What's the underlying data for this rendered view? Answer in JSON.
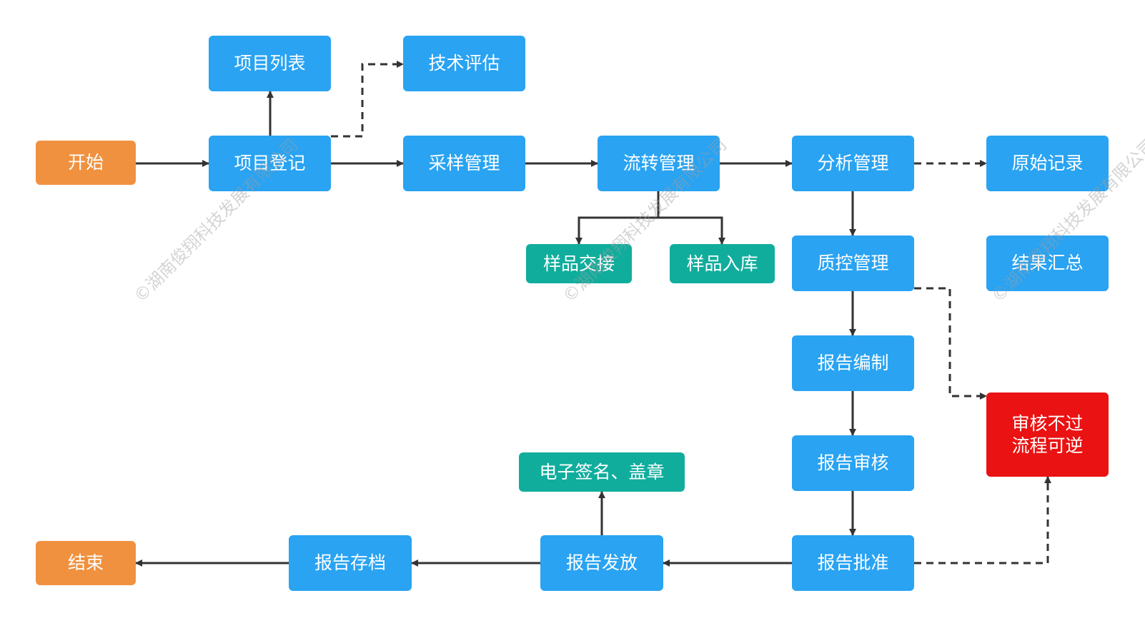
{
  "diagram": {
    "nodes": [
      {
        "id": "start",
        "label": "开始",
        "style": "orange"
      },
      {
        "id": "project_register",
        "label": "项目登记",
        "style": "blue"
      },
      {
        "id": "project_list",
        "label": "项目列表",
        "style": "blue"
      },
      {
        "id": "tech_eval",
        "label": "技术评估",
        "style": "blue"
      },
      {
        "id": "sampling",
        "label": "采样管理",
        "style": "blue"
      },
      {
        "id": "circulation",
        "label": "流转管理",
        "style": "blue"
      },
      {
        "id": "sample_handover",
        "label": "样品交接",
        "style": "teal"
      },
      {
        "id": "sample_storage",
        "label": "样品入库",
        "style": "teal"
      },
      {
        "id": "analysis",
        "label": "分析管理",
        "style": "blue"
      },
      {
        "id": "raw_record",
        "label": "原始记录",
        "style": "blue"
      },
      {
        "id": "result_summary",
        "label": "结果汇总",
        "style": "blue"
      },
      {
        "id": "qc",
        "label": "质控管理",
        "style": "blue"
      },
      {
        "id": "report_compile",
        "label": "报告编制",
        "style": "blue"
      },
      {
        "id": "reject",
        "label": "审核不过\n流程可逆",
        "style": "red"
      },
      {
        "id": "report_review",
        "label": "报告审核",
        "style": "blue"
      },
      {
        "id": "esign",
        "label": "电子签名、盖章",
        "style": "teal"
      },
      {
        "id": "report_approve",
        "label": "报告批准",
        "style": "blue"
      },
      {
        "id": "report_issue",
        "label": "报告发放",
        "style": "blue"
      },
      {
        "id": "report_archive",
        "label": "报告存档",
        "style": "blue"
      },
      {
        "id": "end",
        "label": "结束",
        "style": "orange"
      }
    ],
    "edges": [
      {
        "from": "start",
        "to": "project_register",
        "dashed": false
      },
      {
        "from": "project_register",
        "to": "project_list",
        "dashed": false
      },
      {
        "from": "project_register",
        "to": "tech_eval",
        "dashed": true
      },
      {
        "from": "project_register",
        "to": "sampling",
        "dashed": false
      },
      {
        "from": "sampling",
        "to": "circulation",
        "dashed": false
      },
      {
        "from": "circulation",
        "to": "sample_handover",
        "dashed": false
      },
      {
        "from": "circulation",
        "to": "sample_storage",
        "dashed": false
      },
      {
        "from": "circulation",
        "to": "analysis",
        "dashed": false
      },
      {
        "from": "analysis",
        "to": "raw_record",
        "dashed": true
      },
      {
        "from": "analysis",
        "to": "qc",
        "dashed": false
      },
      {
        "from": "qc",
        "to": "report_compile",
        "dashed": false
      },
      {
        "from": "qc",
        "to": "reject",
        "dashed": true
      },
      {
        "from": "report_compile",
        "to": "report_review",
        "dashed": false
      },
      {
        "from": "report_review",
        "to": "report_approve",
        "dashed": false
      },
      {
        "from": "report_approve",
        "to": "reject",
        "dashed": true
      },
      {
        "from": "report_approve",
        "to": "report_issue",
        "dashed": false
      },
      {
        "from": "report_issue",
        "to": "esign",
        "dashed": false
      },
      {
        "from": "report_issue",
        "to": "report_archive",
        "dashed": false
      },
      {
        "from": "report_archive",
        "to": "end",
        "dashed": false
      }
    ],
    "colors": {
      "blue": "#29a3f2",
      "orange": "#f0913f",
      "teal": "#10ad9d",
      "red": "#ea1212",
      "edge": "#333333"
    },
    "watermark": "©湖南俊翔科技发展有限公司"
  }
}
